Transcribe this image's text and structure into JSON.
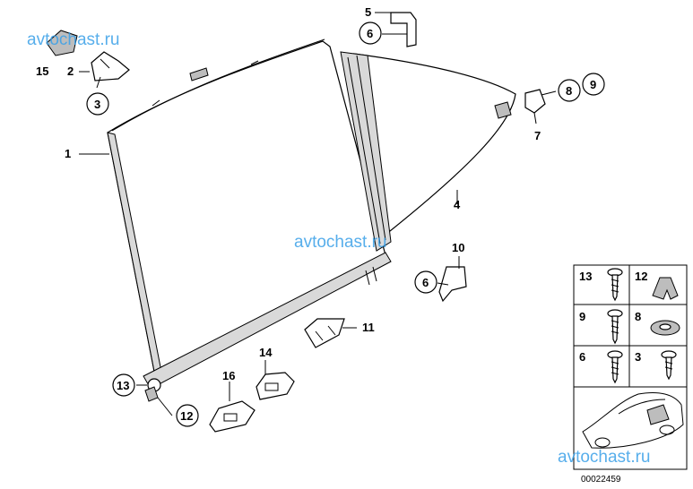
{
  "callouts": [
    "1",
    "2",
    "3",
    "4",
    "5",
    "6",
    "6",
    "7",
    "8",
    "9",
    "10",
    "11",
    "12",
    "13",
    "14",
    "15",
    "16"
  ],
  "legend": {
    "cells": [
      "13",
      "12",
      "9",
      "8",
      "6",
      "3"
    ]
  },
  "watermarks": [
    "avtochast.ru",
    "avtochast.ru",
    "avtochast.ru"
  ],
  "drawing_number": "00022459"
}
